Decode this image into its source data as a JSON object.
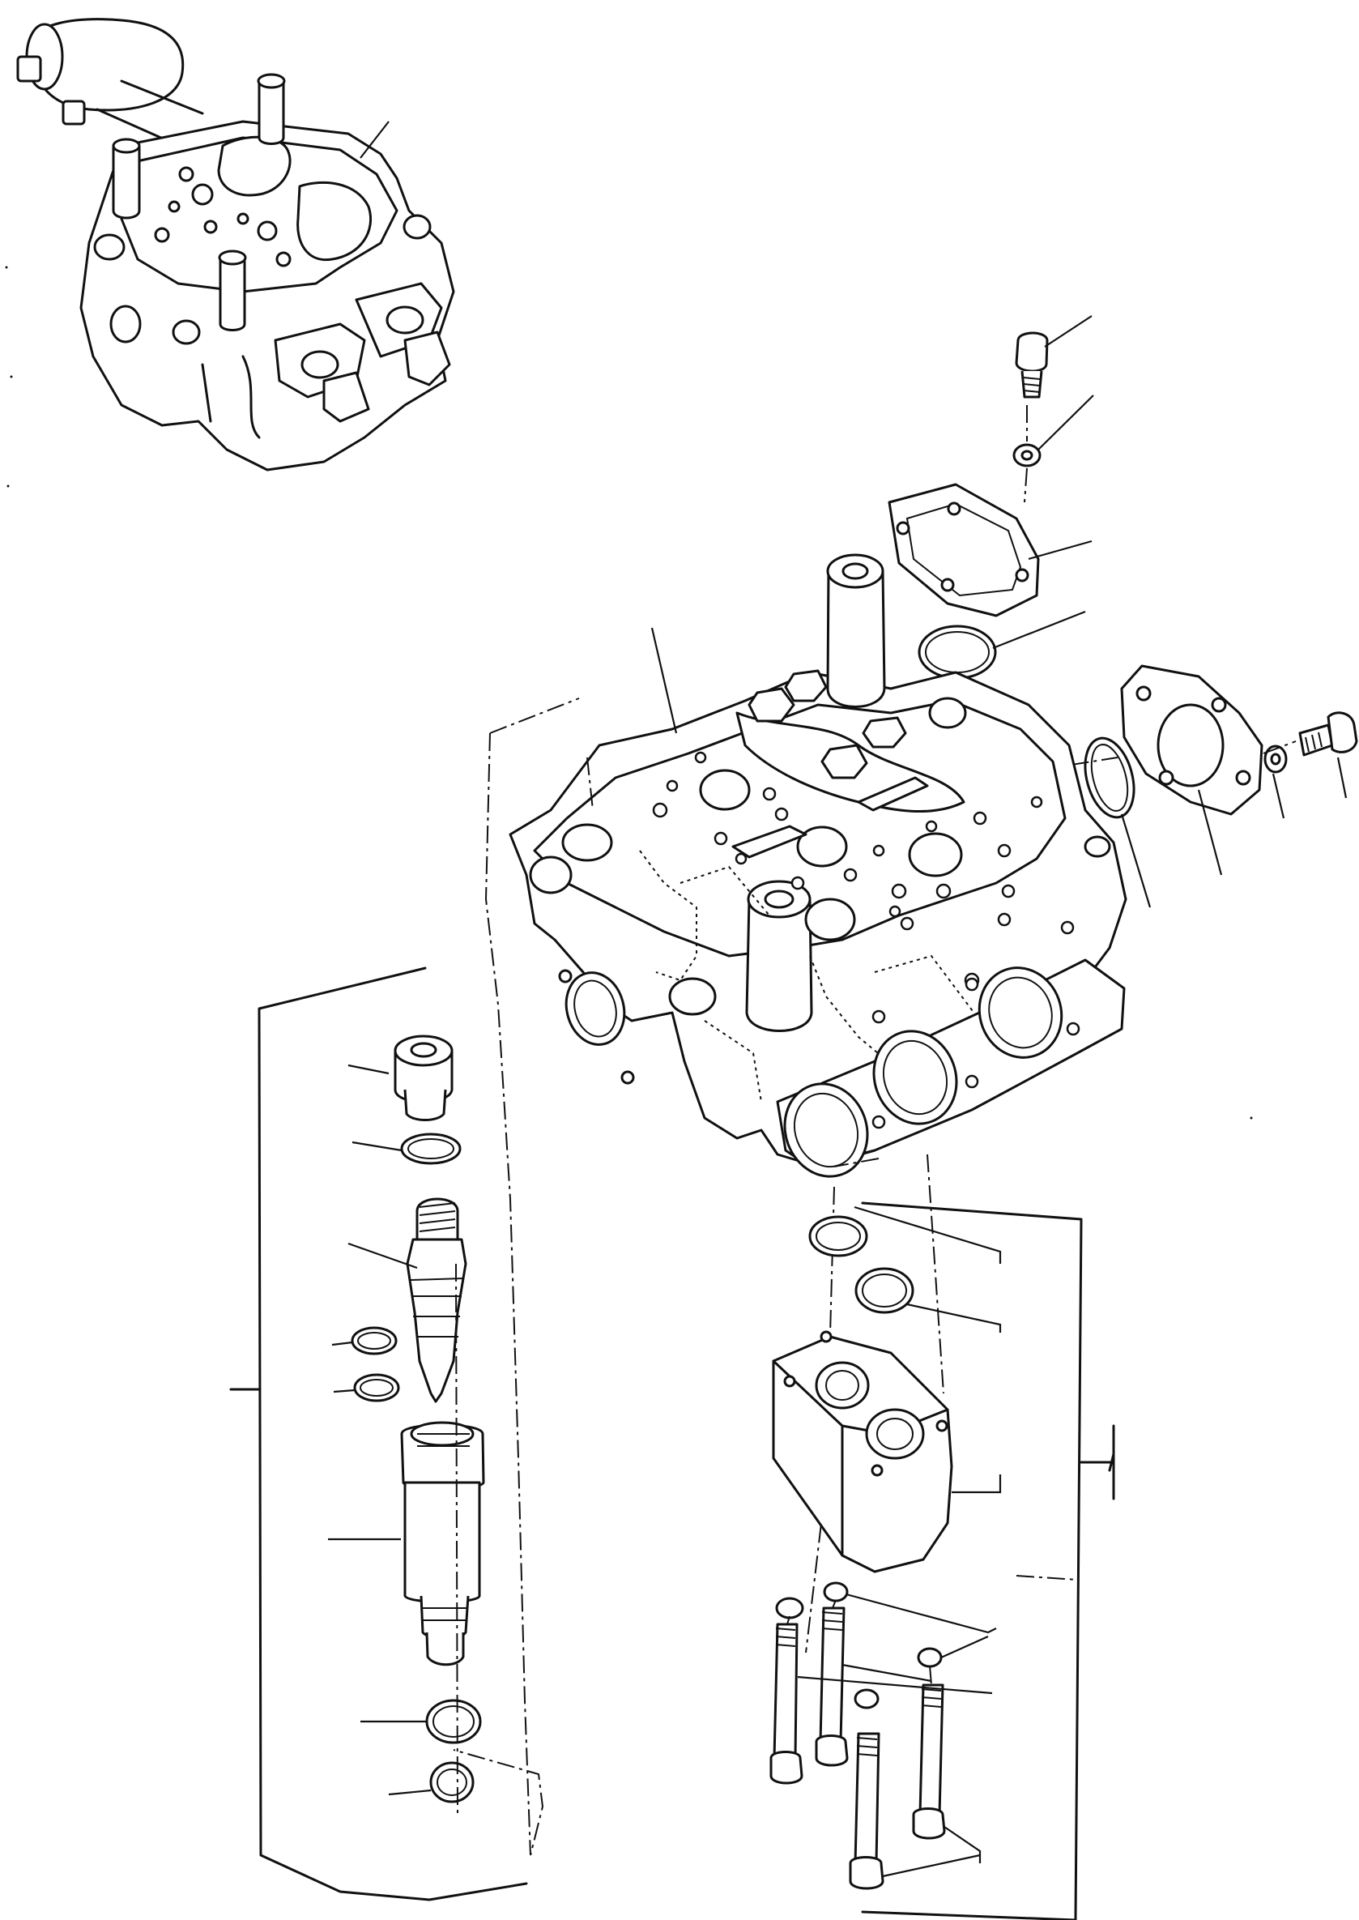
{
  "diagram": {
    "type": "exploded-parts-view",
    "labels": [],
    "icons": {
      "inset": "control-valve-assembly-inset",
      "main": "valve-block-body"
    }
  }
}
